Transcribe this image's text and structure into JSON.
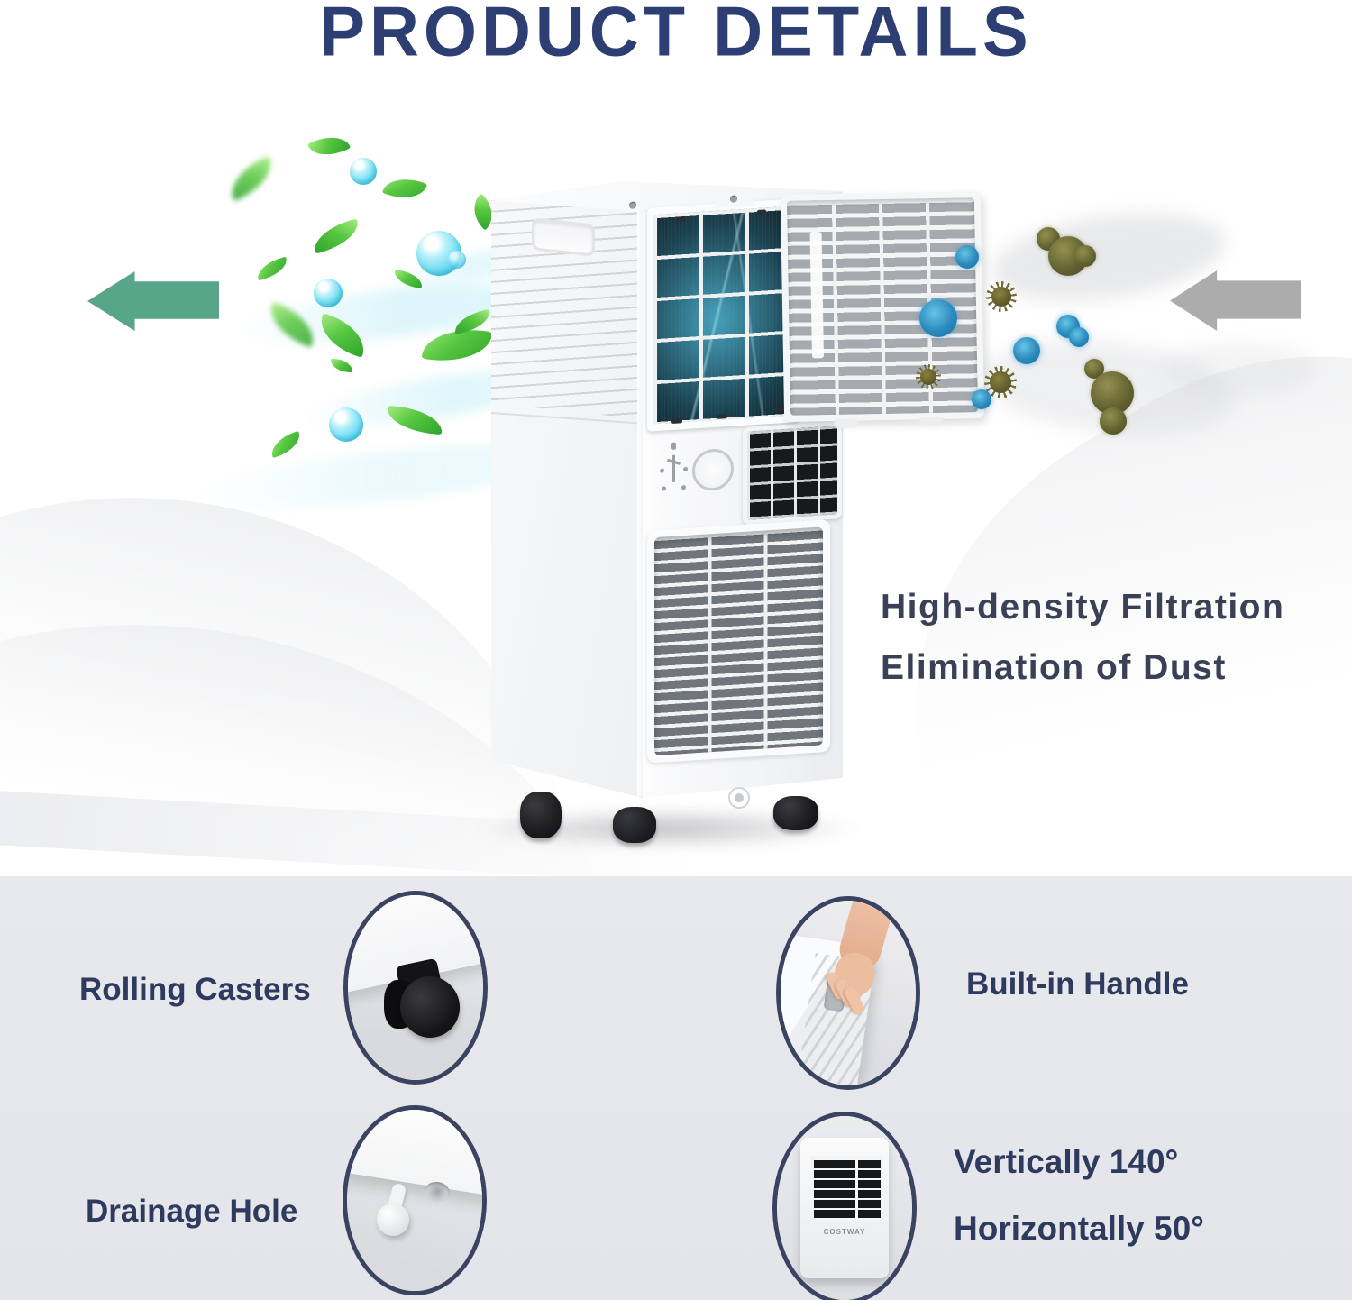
{
  "page": {
    "title": "PRODUCT DETAILS",
    "background_color": "#ffffff",
    "section_background": "#e6e8ec"
  },
  "colors": {
    "title_navy": "#2c3e72",
    "caption_navy": "#2f3a5f",
    "text_slate": "#3a4157",
    "clean_air_green": "#57a687",
    "dirty_air_gray": "#acacac",
    "circle_border_navy": "#3a4462",
    "leaf_green": "#57c740",
    "droplet_cyan": "#7ce0f4",
    "filter_glow_teal": "#46aac8"
  },
  "hero": {
    "caption_line1": "High-density Filtration",
    "caption_line2": "Elimination of Dust",
    "icons": {
      "clean_air_arrow": "left-arrow-green",
      "dirty_air_arrow": "left-arrow-gray",
      "leaf": "leaf-icon",
      "droplet": "water-droplet-icon",
      "dust_blue": "dust-particle-blue-icon",
      "dust_olive": "dust-particle-olive-icon",
      "dust_spiky": "dust-particle-spiky-icon"
    }
  },
  "features": {
    "rolling_casters": {
      "label": "Rolling Casters",
      "image": "caster-wheel-photo"
    },
    "built_in_handle": {
      "label": "Built-in Handle",
      "image": "hand-gripping-handle-photo"
    },
    "drainage_hole": {
      "label": "Drainage Hole",
      "image": "drain-plug-photo"
    },
    "oscillation": {
      "label_line1": "Vertically 140°",
      "label_line2": "Horizontally 50°",
      "image": "front-louver-photo",
      "brand": "COSTWAY"
    }
  }
}
